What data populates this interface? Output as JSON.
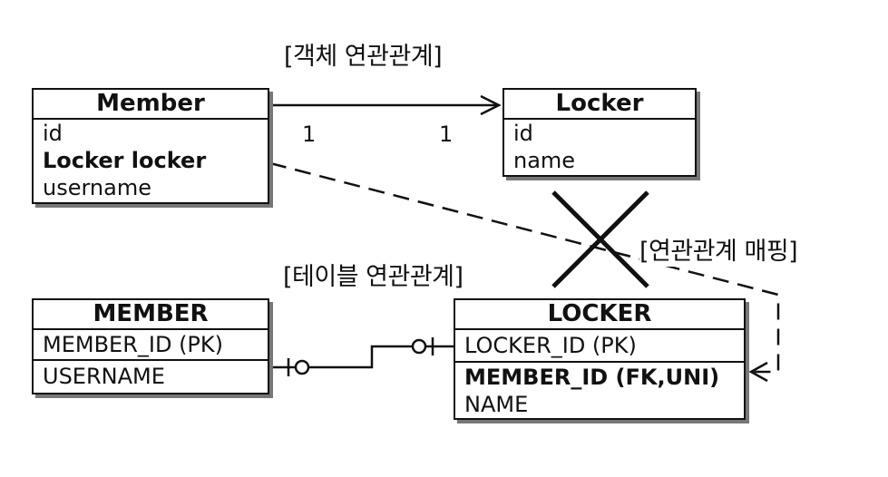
{
  "labels": {
    "object_relation": "[객체 연관관계]",
    "table_relation": "[테이블 연관관계]",
    "mapping": "[연관관계 매핑]"
  },
  "entities": {
    "member": {
      "title": "Member",
      "fields": [
        "id",
        "Locker locker",
        "username"
      ]
    },
    "locker": {
      "title": "Locker",
      "fields": [
        "id",
        "name"
      ]
    }
  },
  "tables": {
    "member": {
      "title": "MEMBER",
      "columns": [
        "MEMBER_ID (PK)",
        "USERNAME"
      ]
    },
    "locker": {
      "title": "LOCKER",
      "columns": [
        "LOCKER_ID (PK)",
        "MEMBER_ID (FK,UNI)",
        "NAME"
      ]
    }
  },
  "multiplicity": {
    "left": "1",
    "right": "1"
  }
}
